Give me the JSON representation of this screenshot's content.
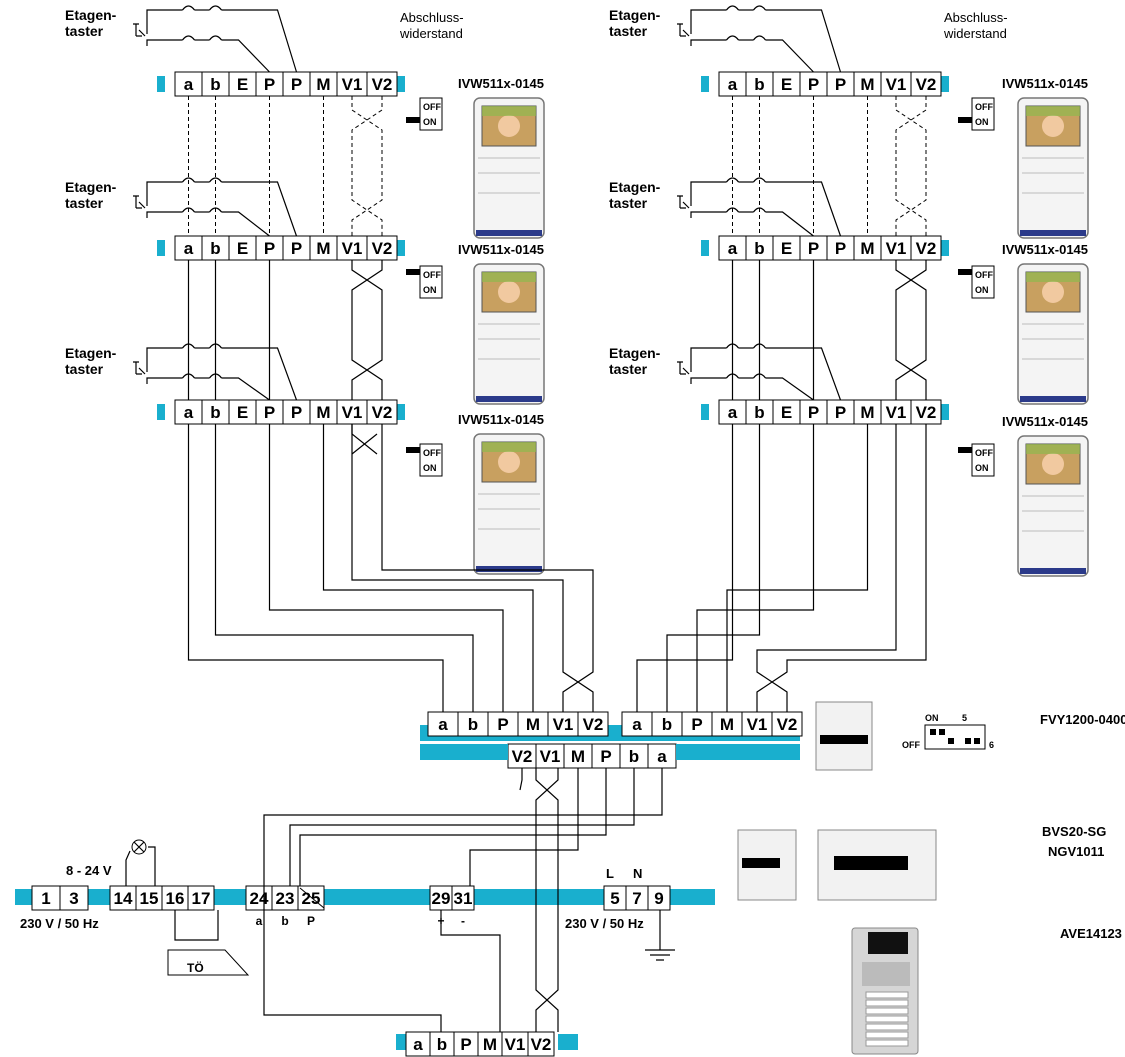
{
  "floor_button_label": [
    "Etagen-",
    "taster"
  ],
  "terminator_label": [
    "Abschluss-",
    "widerstand"
  ],
  "apartment_terminals": [
    "a",
    "b",
    "E",
    "P",
    "P",
    "M",
    "V1",
    "V2"
  ],
  "monitor_model": "IVW511x-0145",
  "switch_off": "OFF",
  "switch_on": "ON",
  "distributor": {
    "model": "FVY1200-0400",
    "top_left_terminals": [
      "a",
      "b",
      "P",
      "M",
      "V1",
      "V2"
    ],
    "top_right_terminals": [
      "a",
      "b",
      "P",
      "M",
      "V1",
      "V2"
    ],
    "bottom_terminals": [
      "V2",
      "V1",
      "M",
      "P",
      "b",
      "a"
    ],
    "dip_on": "ON",
    "dip_off": "OFF",
    "dip_5": "5",
    "dip_6": "6"
  },
  "power_supply": {
    "model_1": "BVS20-SG",
    "model_2": "NGV1011",
    "voltage_label": "8 - 24 V",
    "mains_label": "230 V / 50 Hz",
    "mains_label_2": "230 V / 50 Hz",
    "terminals_a": [
      "1",
      "3"
    ],
    "terminals_b": [
      "14",
      "15",
      "16",
      "17"
    ],
    "terminals_c": [
      "24",
      "23",
      "25"
    ],
    "sub_c": [
      "a",
      "b",
      "P"
    ],
    "terminals_d": [
      "29",
      "31"
    ],
    "sub_d": [
      "+",
      "-"
    ],
    "terminals_e": [
      "5",
      "7",
      "9"
    ],
    "L": "L",
    "N": "N",
    "door_opener": "TÖ"
  },
  "door_station": {
    "model": "AVE14123",
    "terminals": [
      "a",
      "b",
      "P",
      "M",
      "V1",
      "V2"
    ]
  }
}
